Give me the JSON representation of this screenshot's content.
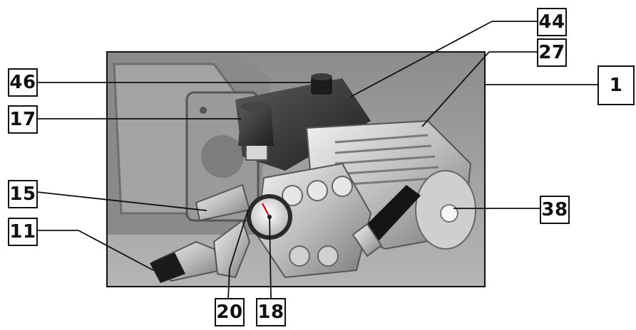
{
  "figure": {
    "subject": "pressure-washer-pump-assembly",
    "callouts": [
      {
        "id": "c46",
        "label": "46"
      },
      {
        "id": "c17",
        "label": "17"
      },
      {
        "id": "c15",
        "label": "15"
      },
      {
        "id": "c11",
        "label": "11"
      },
      {
        "id": "c44",
        "label": "44"
      },
      {
        "id": "c27",
        "label": "27"
      },
      {
        "id": "c1",
        "label": "1"
      },
      {
        "id": "c38",
        "label": "38"
      },
      {
        "id": "c20",
        "label": "20"
      },
      {
        "id": "c18",
        "label": "18"
      }
    ],
    "colors": {
      "line": "#111111",
      "photo_bg": "#9a9a9a",
      "metal_light": "#d4d4d4",
      "metal_dark": "#3a3a3a",
      "rubber": "#1a1a1a"
    }
  }
}
